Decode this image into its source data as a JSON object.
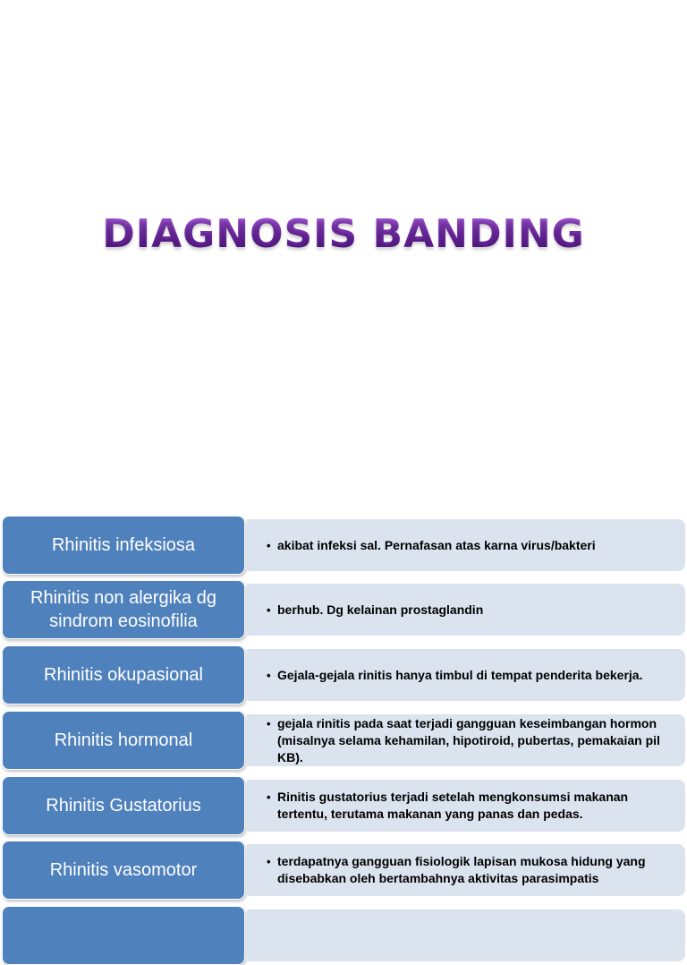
{
  "title": "DIAGNOSIS BANDING",
  "rows": [
    {
      "label": "Rhinitis infeksiosa",
      "desc": "akibat infeksi sal. Pernafasan atas karna virus/bakteri"
    },
    {
      "label": "Rhinitis non alergika dg sindrom eosinofilia",
      "desc": "berhub. Dg kelainan prostaglandin"
    },
    {
      "label": "Rhinitis okupasional",
      "desc": "Gejala-gejala rinitis hanya timbul di tempat penderita bekerja."
    },
    {
      "label": "Rhinitis hormonal",
      "desc": "gejala rinitis pada saat terjadi gangguan keseimbangan hormon (misalnya selama kehamilan, hipotiroid, pubertas, pemakaian pil KB)."
    },
    {
      "label": "Rhinitis Gustatorius",
      "desc": "Rinitis gustatorius terjadi setelah mengkonsumsi makanan tertentu, terutama makanan yang panas dan pedas."
    },
    {
      "label": "Rhinitis vasomotor",
      "desc": "terdapatnya gangguan fisiologik lapisan mukosa hidung yang disebabkan oleh bertambahnya aktivitas parasimpatis"
    }
  ],
  "colors": {
    "label_bg": "#4f81bd",
    "body_bg": "#dbe3ef",
    "title": "#7a2fb2"
  }
}
